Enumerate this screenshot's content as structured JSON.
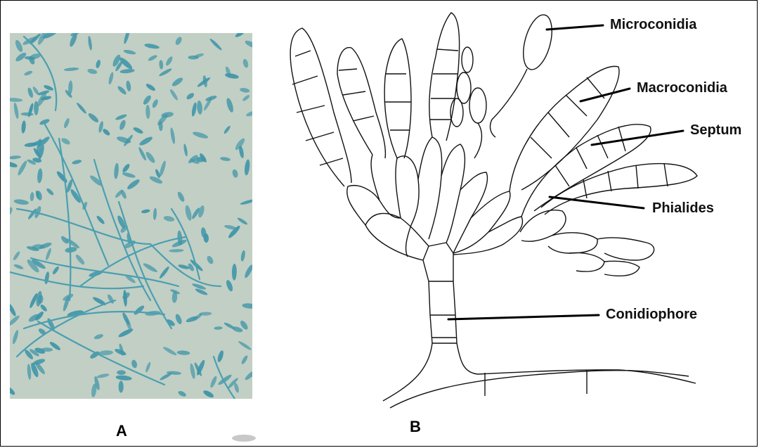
{
  "panels": {
    "a_label": "A",
    "b_label": "B"
  },
  "callouts": {
    "microconidia": "Microconidia",
    "macroconidia": "Macroconidia",
    "septum": "Septum",
    "phialides": "Phialides",
    "conidiophore": "Conidiophore"
  },
  "colors": {
    "micrograph_background": "#c2cfc4",
    "stain": "#3f95a8",
    "line": "#111111"
  }
}
